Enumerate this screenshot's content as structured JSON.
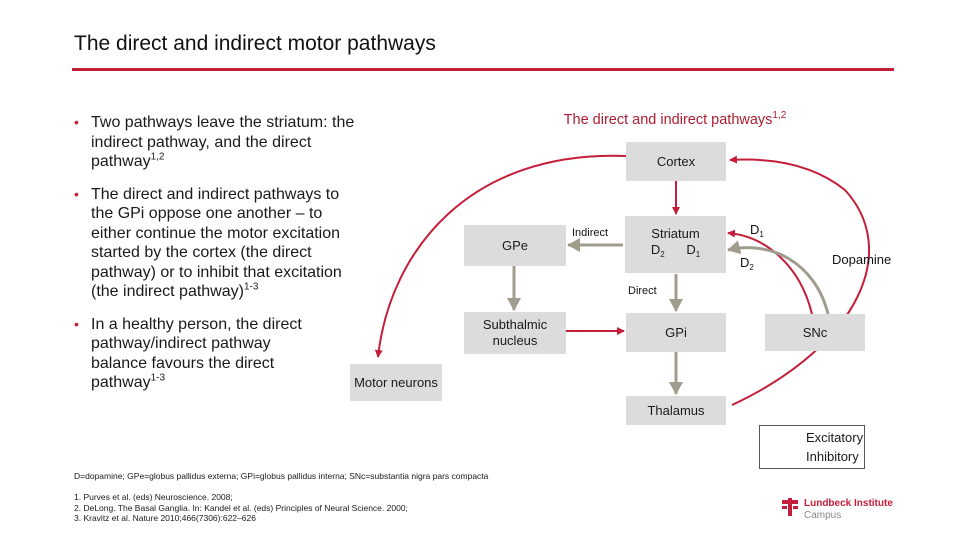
{
  "slide_title": "The direct and indirect motor pathways",
  "bullets": [
    {
      "text": "Two pathways leave the striatum: the indirect pathway, and the direct pathway",
      "ref": "1,2"
    },
    {
      "text": "The direct and indirect pathways to the GPi oppose one another – to either continue the motor excitation started by the cortex (the direct pathway) or to inhibit that excitation (the indirect pathway)",
      "ref": "1-3"
    },
    {
      "text": "In a healthy person, the direct pathway/indirect pathway balance favours the direct pathway",
      "ref": "1-3"
    }
  ],
  "diagram": {
    "title": "The direct and indirect pathways",
    "title_ref": "1,2",
    "nodes": {
      "cortex": "Cortex",
      "gpe": "GPe",
      "striatum": "Striatum",
      "striatum_d2": "D",
      "striatum_d2_sub": "2",
      "striatum_d1": "D",
      "striatum_d1_sub": "1",
      "subthalamic": "Subthalmic nucleus",
      "gpi": "GPi",
      "snc": "SNc",
      "motor_neurons": "Motor neurons",
      "thalamus": "Thalamus"
    },
    "labels": {
      "indirect": "Indirect",
      "direct": "Direct",
      "dopamine": "Dopamine",
      "d1": "D",
      "d1_sub": "1",
      "d2": "D",
      "d2_sub": "2"
    },
    "colors": {
      "excitatory": "#c41e3a",
      "inhibitory": "#a09d8e",
      "box_fill": "#dcdcdc"
    }
  },
  "legend": {
    "excitatory": "Excitatory",
    "inhibitory": "Inhibitory"
  },
  "abbreviations": "D=dopamine; GPe=globus pallidus externa; GPi=globus pallidus interna; SNc=substantia nigra pars compacta",
  "references": [
    "1. Purves et al. (eds) Neuroscience. 2008;",
    "2. DeLong. The Basal Ganglia. In: Kandel et al. (eds) Principles of Neural Science. 2000;",
    "3. Kravitz et al. Nature 2010;466(7306):622–626"
  ],
  "logo": {
    "line1": "Lundbeck Institute",
    "line2": "Campus"
  }
}
